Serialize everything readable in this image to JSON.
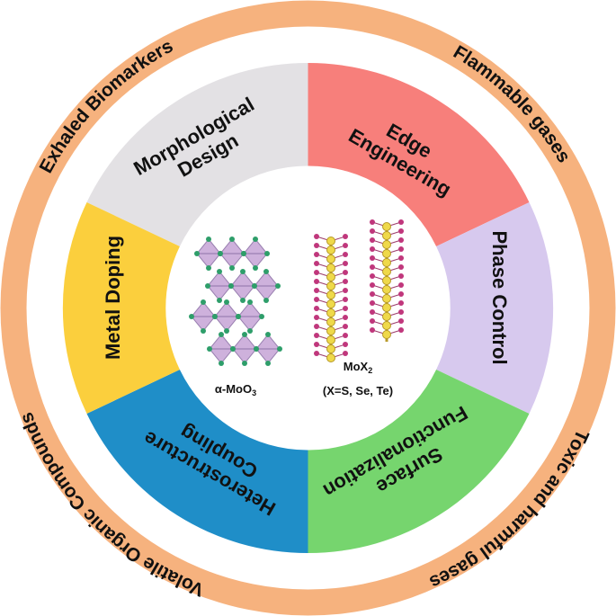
{
  "colors": {
    "outer_ring": "#f6b27e",
    "morphological": "#e3e1e4",
    "edge": "#f77f7b",
    "phase": "#d7c9ee",
    "surface": "#76d56e",
    "hetero": "#1f8ec8",
    "metal": "#fbcf3d",
    "octahedra": "#c9a9d9",
    "oxygen": "#2e9e6a",
    "chalcogen": "#c0377c",
    "molybdenum": "#efd94a"
  },
  "outer_labels": {
    "exhaled": "Exhaled Biomarkers",
    "flammable": "Flammable gases",
    "toxic": "Toxic and harmful gases",
    "voc": "Volatile Organic Compounds"
  },
  "sectors": {
    "morphological": [
      "Morphological",
      "Design"
    ],
    "edge": [
      "Edge",
      "Engineering"
    ],
    "phase": [
      "Phase Control"
    ],
    "surface": [
      "Surface",
      "Functionalization"
    ],
    "hetero": [
      "Heterostructure",
      "Coupling"
    ],
    "metal": [
      "Metal Doping"
    ]
  },
  "center": {
    "moo3_label": "α-MoO",
    "moo3_sub": "3",
    "mox2_label": "MoX",
    "mox2_sub": "2",
    "mox2_note": "(X=S, Se, Te)"
  },
  "icons": {
    "moo3": "layered-octahedra-structure-icon",
    "mox2": "chain-crystal-structure-icon"
  }
}
